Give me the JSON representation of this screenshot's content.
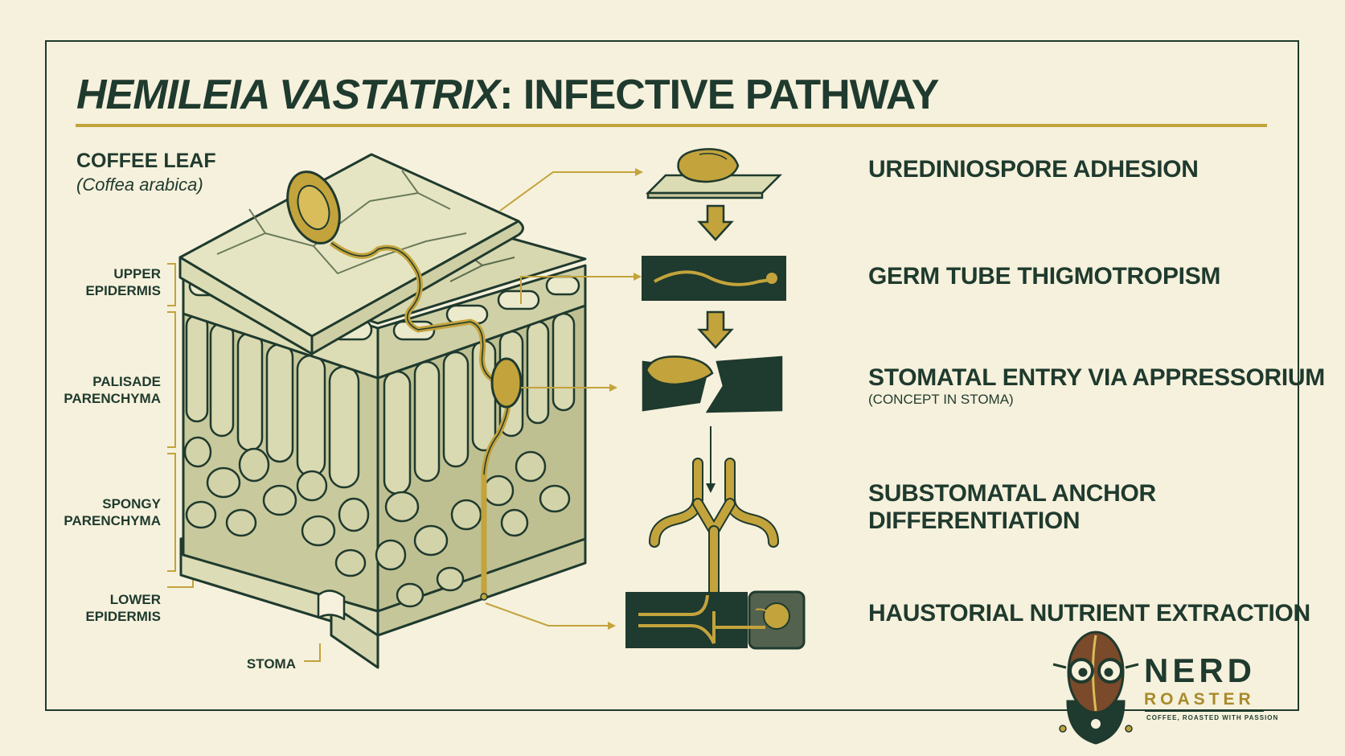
{
  "title": {
    "italic": "HEMILEIA VASTATRIX",
    "rest": ": INFECTIVE PATHWAY"
  },
  "leaf": {
    "name": "COFFEE LEAF",
    "species": "(Coffea arabica)"
  },
  "layers": [
    {
      "line1": "UPPER",
      "line2": "EPIDERMIS"
    },
    {
      "line1": "PALISADE",
      "line2": "PARENCHYMA"
    },
    {
      "line1": "SPONGY",
      "line2": "PARENCHYMA"
    },
    {
      "line1": "LOWER",
      "line2": "EPIDERMIS"
    },
    {
      "line1": "STOMA",
      "line2": ""
    }
  ],
  "steps": [
    {
      "line1": "UREDINIOSPORE ADHESION",
      "line2": ""
    },
    {
      "line1": "GERM TUBE THIGMOTROPISM",
      "line2": ""
    },
    {
      "line1": "STOMATAL ENTRY VIA APPRESSORIUM",
      "line2": "",
      "note": "(CONCEPT IN STOMA)"
    },
    {
      "line1": "SUBSTOMATAL ANCHOR",
      "line2": "DIFFERENTIATION"
    },
    {
      "line1": "HAUSTORIAL NUTRIENT EXTRACTION",
      "line2": ""
    }
  ],
  "logo": {
    "name": "NERD",
    "sub": "ROASTER",
    "tagline": "COFFEE, ROASTED WITH PASSION"
  },
  "colors": {
    "ink": "#1f3a2e",
    "gold": "#c3a33c",
    "tissue": "#d6d6b0",
    "background": "#f6f1dc"
  }
}
